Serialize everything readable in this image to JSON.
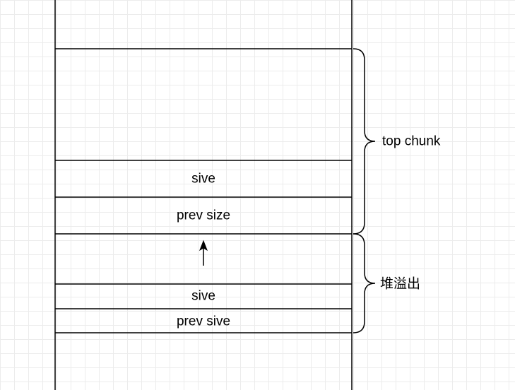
{
  "memory": {
    "cells": {
      "sive_upper": "sive",
      "prev_size_upper": "prev size",
      "sive_lower": "sive",
      "prev_sive_lower": "prev sive"
    }
  },
  "braces": {
    "top_chunk": "top chunk",
    "heap_overflow": "堆溢出"
  }
}
